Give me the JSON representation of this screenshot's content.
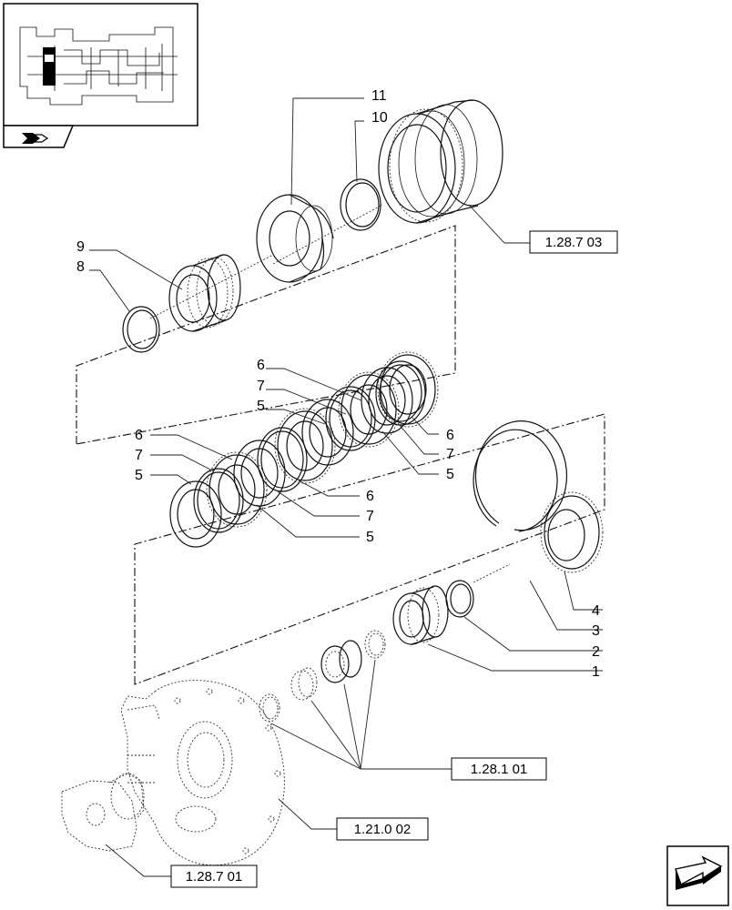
{
  "callouts": [
    "1",
    "2",
    "3",
    "4",
    "5",
    "6",
    "7",
    "8",
    "9",
    "10",
    "11"
  ],
  "labels": {
    "n11": "11",
    "n10": "10",
    "n9": "9",
    "n8": "8",
    "n6a": "6",
    "n7a": "7",
    "n5a": "5",
    "n6b": "6",
    "n7b": "7",
    "n5b": "5",
    "n6c": "6",
    "n7c": "7",
    "n5c": "5",
    "n6d": "6",
    "n7d": "7",
    "n5d": "5",
    "n4": "4",
    "n3": "3",
    "n2": "2",
    "n1": "1"
  },
  "references": {
    "ref_top": "1.28.7 03",
    "ref_mid": "1.28.1 01",
    "ref_housing": "1.21.0 02",
    "ref_bottom": "1.28.7 01"
  },
  "icons": {
    "thumbnail": "assembly-location-thumbnail",
    "nav_prev": "previous-page-arrow-icon",
    "nav_next": "next-page-arrow-icon"
  }
}
